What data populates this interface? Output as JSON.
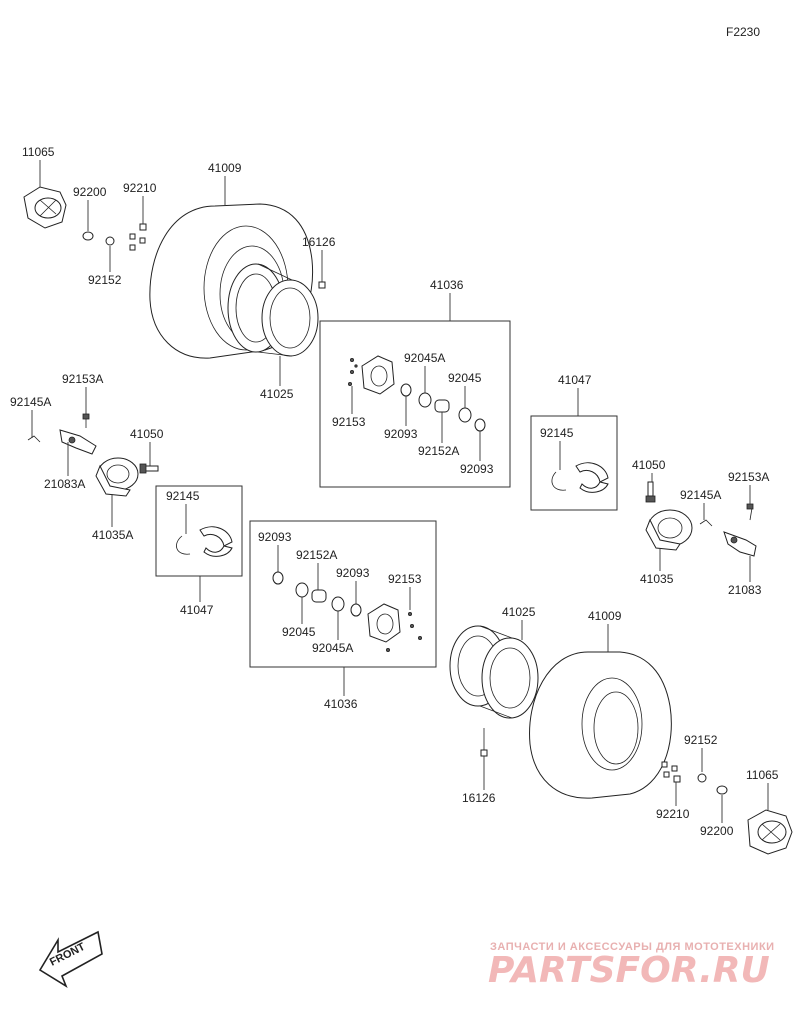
{
  "figure_code": "F2230",
  "front_label": "FRONT",
  "watermark": {
    "tagline": "ЗАПЧАСТИ И АКСЕССУАРЫ ДЛЯ МОТОТЕХНИКИ",
    "logo": "PARTSFOR.RU"
  },
  "parts": {
    "p11065_top": "11065",
    "p92200_top": "92200",
    "p92210_top": "92210",
    "p92152_top": "92152",
    "p41009_top": "41009",
    "p16126_top": "16126",
    "p41025_top": "41025",
    "p41036_top": "41036",
    "p92045A_top": "92045A",
    "p92045_top": "92045",
    "p92153_top": "92153",
    "p92093_top_a": "92093",
    "p92152A_top": "92152A",
    "p92093_top_b": "92093",
    "p41047_right": "41047",
    "p92145_right": "92145",
    "p41050_right": "41050",
    "p92153A_right": "92153A",
    "p92145A_right": "92145A",
    "p41035_right": "41035",
    "p21083_right": "21083",
    "p92153A_left": "92153A",
    "p92145A_left": "92145A",
    "p41050_left": "41050",
    "p21083A_left": "21083A",
    "p41035A_left": "41035A",
    "p92145_left": "92145",
    "p41047_left": "41047",
    "p92093_bot_a": "92093",
    "p92152A_bot": "92152A",
    "p92093_bot_b": "92093",
    "p92153_bot": "92153",
    "p92045_bot": "92045",
    "p92045A_bot": "92045A",
    "p41036_bot": "41036",
    "p41025_bot": "41025",
    "p41009_bot": "41009",
    "p16126_bot": "16126",
    "p92152_bot": "92152",
    "p11065_bot": "11065",
    "p92210_bot": "92210",
    "p92200_bot": "92200"
  }
}
